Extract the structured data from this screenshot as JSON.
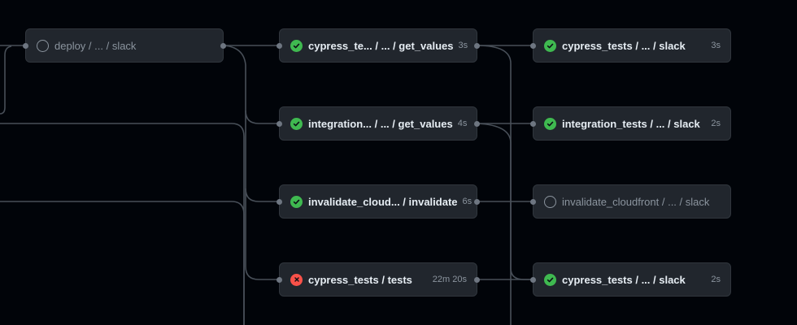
{
  "jobs": {
    "deploy_slack": {
      "name": "deploy / ... / slack",
      "status": "pending",
      "duration": ""
    },
    "cypress_get_values": {
      "name": "cypress_te... / ... / get_values",
      "status": "success",
      "duration": "3s"
    },
    "integration_get_values": {
      "name": "integration... / ... / get_values",
      "status": "success",
      "duration": "4s"
    },
    "invalidate_cloud": {
      "name": "invalidate_cloud... / invalidate",
      "status": "success",
      "duration": "6s"
    },
    "cypress_tests": {
      "name": "cypress_tests / tests",
      "status": "failure",
      "duration": "22m 20s"
    },
    "cypress_slack_1": {
      "name": "cypress_tests / ... / slack",
      "status": "success",
      "duration": "3s"
    },
    "integration_slack": {
      "name": "integration_tests / ... / slack",
      "status": "success",
      "duration": "2s"
    },
    "invalidate_slack": {
      "name": "invalidate_cloudfront / ... / slack",
      "status": "pending",
      "duration": ""
    },
    "cypress_slack_2": {
      "name": "cypress_tests / ... / slack",
      "status": "success",
      "duration": "2s"
    }
  },
  "colors": {
    "background": "#010409",
    "node_bg": "#21262d",
    "node_border": "#30363d",
    "success": "#3fb950",
    "failure": "#f85149",
    "pending": "#8b949e",
    "edge": "#484f58"
  }
}
